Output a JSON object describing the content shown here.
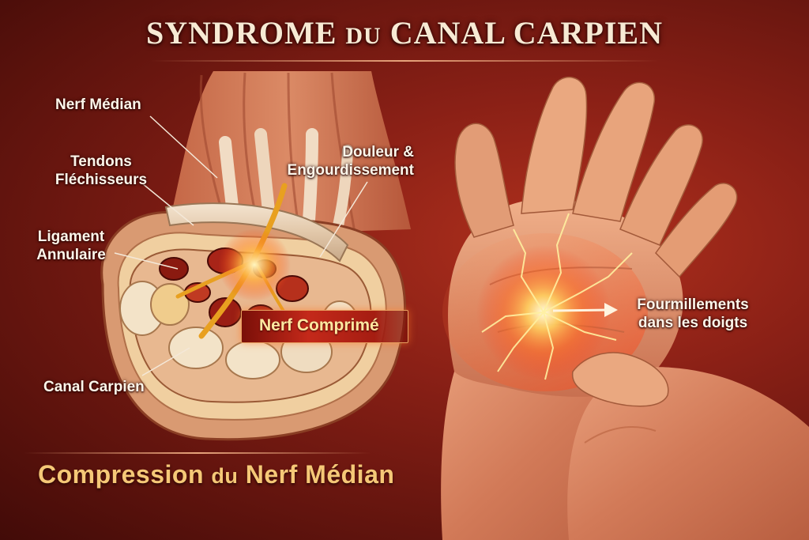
{
  "title": {
    "part1": "SYNDROME",
    "part2": "DU",
    "part3": "CANAL CARPIEN"
  },
  "labels": {
    "nerf_median": "Nerf Médian",
    "tendons_line1": "Tendons",
    "tendons_line2": "Fléchisseurs",
    "ligament_line1": "Ligament",
    "ligament_line2": "Annulaire",
    "douleur_line1": "Douleur &",
    "douleur_line2": "Engourdissement",
    "nerf_comprime": "Nerf Comprimé",
    "canal_carpien": "Canal Carpien",
    "fourmillements_line1": "Fourmillements",
    "fourmillements_line2": "dans les doigts"
  },
  "subtitle": {
    "part1": "Compression",
    "part2": "du",
    "part3": "Nerf Médian"
  },
  "colors": {
    "background": "#8a2016",
    "title_text": "#f7ead4",
    "subtitle_text": "#f5c877",
    "callout_text": "#ffe7a0",
    "callout_bg": "#c4291a",
    "nerve": "#e8a020",
    "glow": "#ffd060"
  },
  "icons": [
    "arrow-right-icon"
  ]
}
